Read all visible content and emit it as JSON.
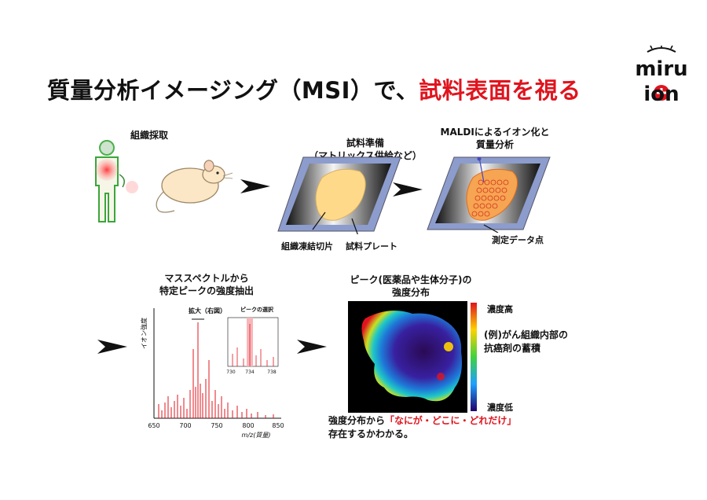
{
  "title": {
    "main": "質量分析イメージング（MSI）で、",
    "highlight": "試料表面を視る"
  },
  "logo": {
    "line1": "miru",
    "line2": "ion"
  },
  "steps": {
    "tissue_collection": "組織採取",
    "sample_prep_line1": "試料準備",
    "sample_prep_line2": "（マトリックス供給など）",
    "maldi_line1": "MALDIによるイオン化と",
    "maldi_line2": "質量分析",
    "frozen_section": "組織凍結切片",
    "sample_plate": "試料プレート",
    "measurement_points": "測定データ点",
    "spectrum_title_line1": "マススペクトルから",
    "spectrum_title_line2": "特定ピークの強度抽出",
    "distribution_title_line1": "ピーク(医薬品や生体分子)の",
    "distribution_title_line2": "強度分布"
  },
  "spectrum": {
    "ylabel": "イオン強度",
    "zoom_label": "拡大（右図）",
    "peak_select_label": "ピークの選択",
    "xlabel": "m/z(質量)",
    "x_ticks": [
      "650",
      "700",
      "750",
      "800",
      "850"
    ],
    "inset_ticks": [
      "730",
      "734",
      "738"
    ]
  },
  "heatmap": {
    "high_label": "濃度高",
    "low_label": "濃度低",
    "annotation_line1": "(例)がん組織内部の",
    "annotation_line2": "抗癌剤の蓄積"
  },
  "conclusion": {
    "prefix": "強度分布から",
    "highlight": "「なにが・どこに・どれだけ」",
    "line2": "存在するかわかる。"
  },
  "colors": {
    "accent": "#e0141e",
    "plate": "#8c9ccd",
    "tissue": "#ffd98a"
  }
}
